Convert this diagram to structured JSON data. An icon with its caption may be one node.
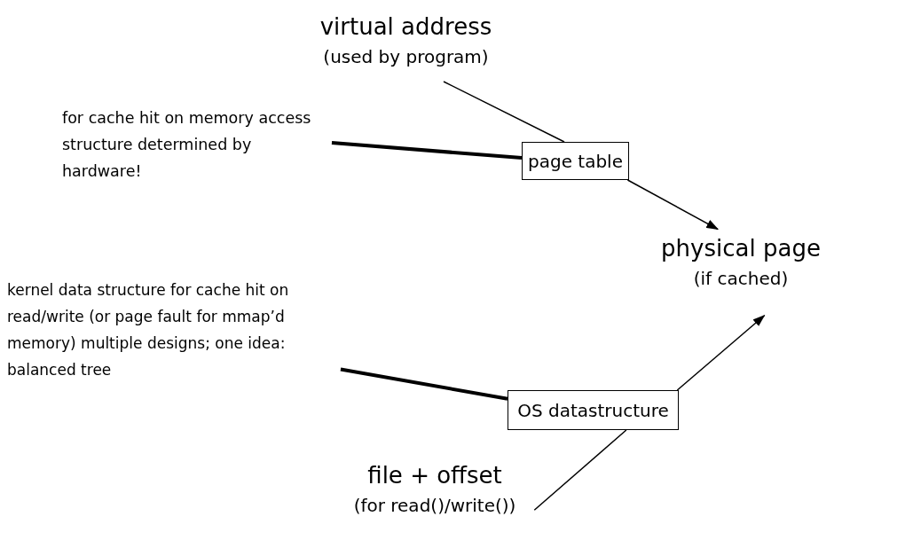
{
  "diagram": {
    "nodes": [
      {
        "text": [
          "virtual address",
          "(used by program)"
        ]
      },
      {
        "text": [
          "for cache hit on memory access structure determined by hardware!"
        ]
      },
      {
        "text": [
          "page table"
        ]
      },
      {
        "text": [
          "physical page",
          "(if cached)"
        ]
      },
      {
        "text": [
          "kernel data structure for cache hit on read/write (or page fault for mmap’d memory) multiple designs; one idea: balanced tree"
        ]
      },
      {
        "text": [
          "OS datastructure"
        ]
      },
      {
        "text": [
          "file + offset",
          "(for read()/write())"
        ]
      }
    ],
    "edges": [
      {
        "from": 0,
        "to": 2,
        "arrow": "none"
      },
      {
        "from": 1,
        "to": 2,
        "arrow": "none",
        "style": "thick"
      },
      {
        "from": 2,
        "to": 3,
        "arrow": "to"
      },
      {
        "from": 4,
        "to": 5,
        "arrow": "none",
        "style": "thick"
      },
      {
        "from": 5,
        "to": 3,
        "arrow": "to"
      },
      {
        "from": 6,
        "to": 5,
        "arrow": "none"
      }
    ]
  }
}
